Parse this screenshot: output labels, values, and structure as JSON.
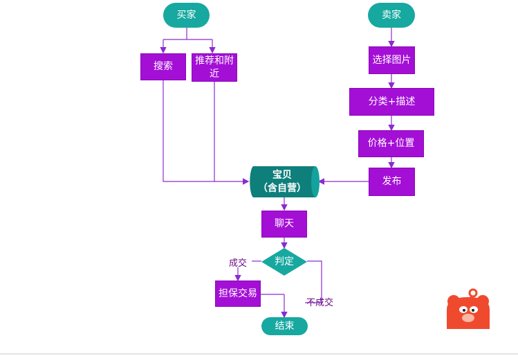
{
  "nodes": {
    "buyer": "买家",
    "seller": "卖家",
    "search": "搜索",
    "recommend_line1": "推荐和附",
    "recommend_line2": "近",
    "select_pic": "选择图片",
    "category": "分类+描述",
    "price": "价格+位置",
    "publish": "发布",
    "item_line1": "宝贝",
    "item_line2": "（含自营）",
    "chat": "聊天",
    "judge": "判定",
    "escrow": "担保交易",
    "end": "结束"
  },
  "edge_labels": {
    "deal": "成交",
    "no_deal": "不成交"
  },
  "colors": {
    "process": "#a40fd6",
    "terminal": "#17a8a0",
    "storage": "#0f7f7c",
    "line": "#8a2bd0",
    "mascot": "#f04a2e"
  },
  "mascot_icon": "bear-mascot-icon"
}
